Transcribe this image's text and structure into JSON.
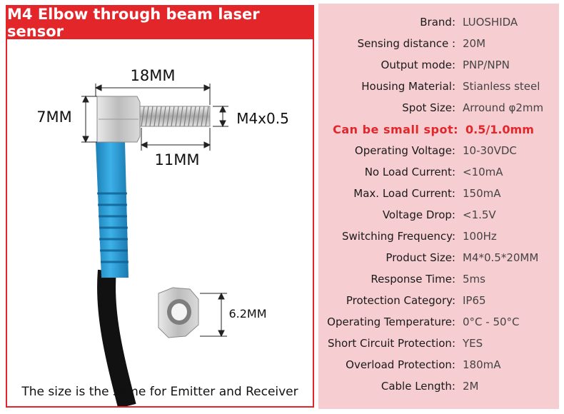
{
  "colors": {
    "accent": "#e3262a",
    "panel_bg": "#f6cdd0",
    "cable_blue": "#1f9bd6",
    "cable_black": "#111111",
    "steel": "#c9c9c9"
  },
  "left": {
    "title": "M4 Elbow through beam laser sensor",
    "dim_length": "18MM",
    "dim_height": "7MM",
    "dim_thread": "M4x0.5",
    "dim_thread_length": "11MM",
    "dim_nut": "6.2MM",
    "caption": "The size is the same for Emitter and Receiver"
  },
  "specs": [
    {
      "label": "Brand:",
      "value": "LUOSHIDA"
    },
    {
      "label": "Sensing distance :",
      "value": "20M"
    },
    {
      "label": "Output mode:",
      "value": "PNP/NPN"
    },
    {
      "label": "Housing Material:",
      "value": "Stianless steel"
    },
    {
      "label": "Spot Size:",
      "value": "Arround φ2mm"
    },
    {
      "label": "Can be small spot:",
      "value": "0.5/1.0mm",
      "highlight": true
    },
    {
      "label": "Operating Voltage:",
      "value": "10-30VDC"
    },
    {
      "label": "No Load Current:",
      "value": "<10mA"
    },
    {
      "label": "Max. Load Current:",
      "value": "150mA"
    },
    {
      "label": "Voltage Drop:",
      "value": "<1.5V"
    },
    {
      "label": "Switching Frequency:",
      "value": "100Hz"
    },
    {
      "label": "Product Size:",
      "value": "M4*0.5*20MM"
    },
    {
      "label": "Response Time:",
      "value": "5ms"
    },
    {
      "label": "Protection Category:",
      "value": "IP65"
    },
    {
      "label": "Operating Temperature:",
      "value": "0°C - 50°C"
    },
    {
      "label": "Short Circuit Protection:",
      "value": "YES"
    },
    {
      "label": "Overload Protection:",
      "value": "180mA"
    },
    {
      "label": "Cable Length:",
      "value": "2M"
    }
  ]
}
